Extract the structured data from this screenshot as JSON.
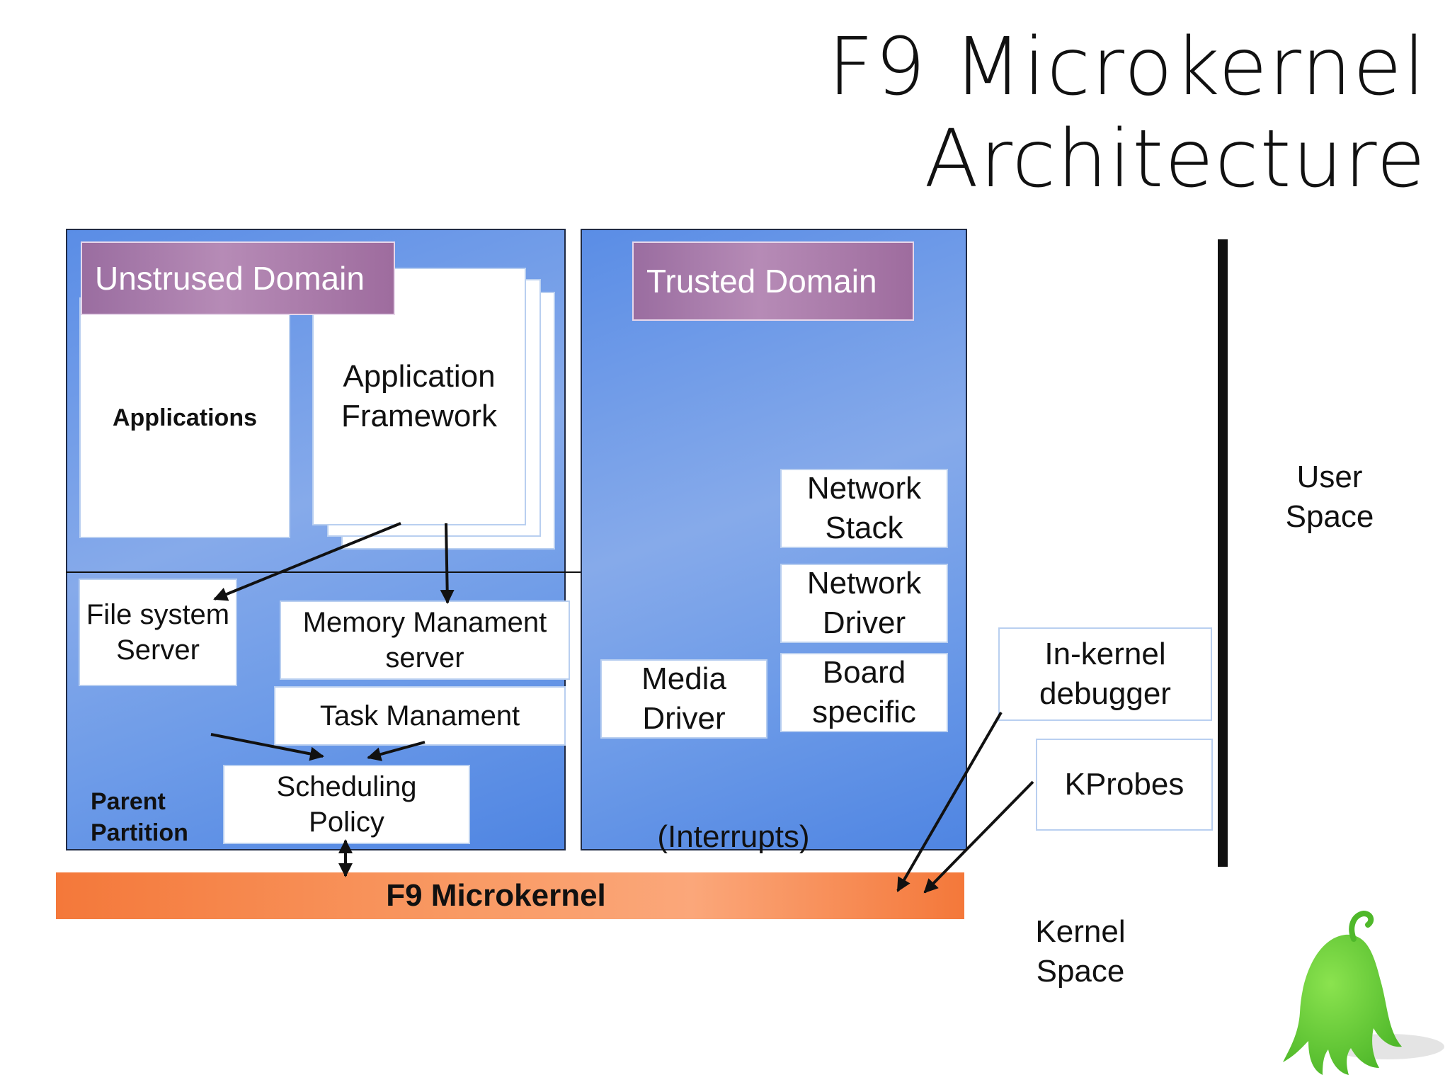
{
  "title": "F9 Microkernel Architecture",
  "untrusted": {
    "label": "Unstrused Domain",
    "applications": "Applications",
    "framework_line1": "Application",
    "framework_line2": "Framework",
    "file_system_line1": "File system",
    "file_system_line2": "Server",
    "memory_line1": "Memory Manament",
    "memory_line2": "server",
    "task": "Task Manament",
    "scheduling_line1": "Scheduling",
    "scheduling_line2": "Policy",
    "parent_line1": "Parent",
    "parent_line2": "Partition"
  },
  "trusted": {
    "label": "Trusted Domain",
    "network_stack_line1": "Network",
    "network_stack_line2": "Stack",
    "network_driver_line1": "Network",
    "network_driver_line2": "Driver",
    "board_line1": "Board",
    "board_line2": "specific",
    "media_line1": "Media",
    "media_line2": "Driver",
    "interrupts": "(Interrupts)"
  },
  "debug": {
    "inkernel_line1": "In-kernel",
    "inkernel_line2": "debugger",
    "kprobes": "KProbes"
  },
  "kernel": {
    "label": "F9 Microkernel"
  },
  "spaces": {
    "user_line1": "User",
    "user_line2": "Space",
    "kernel_line1": "Kernel",
    "kernel_line2": "Space"
  },
  "colors": {
    "panel_blue": "#6d9be8",
    "domain_purple": "#a87aa8",
    "kernel_orange": "#f4783a",
    "mascot_green": "#6fd13a"
  },
  "icons": {
    "mascot": "green-octopus-mascot-icon"
  }
}
